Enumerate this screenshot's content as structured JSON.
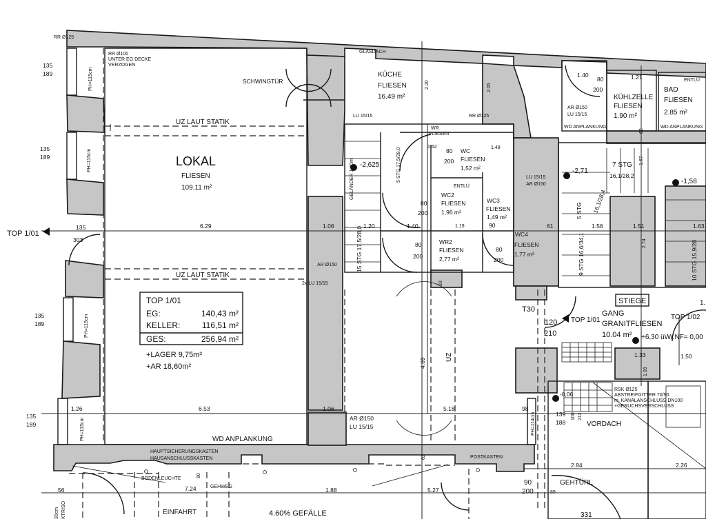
{
  "colors": {
    "wall": "#c6c6c6",
    "line": "#1a1a1a",
    "background": "#ffffff"
  },
  "lokal": {
    "name": "LOKAL",
    "floor": "FLIESEN",
    "area": "109.11 m²",
    "beam_top": "UZ LAUT STATIK",
    "beam_mid": "UZ LAUT STATIK",
    "door": "SCHWINGTÜR",
    "pipe_note": [
      "RR Ø100",
      "UNTER EG DECKE",
      "VERZOGEN"
    ],
    "pipe_corner": "RR Ø125",
    "wd": "WD ANPLANKUNG",
    "entry": "TOP 1/01",
    "entry_dim": [
      "135",
      "303"
    ],
    "ar": "AR Ø150",
    "lu2": "2x LU 15/15",
    "ar_bottom": [
      "AR Ø150",
      "LU 15/15"
    ]
  },
  "windows": [
    {
      "dim": [
        "135",
        "189"
      ],
      "ph": "PH=115cm"
    },
    {
      "dim": [
        "135",
        "189"
      ],
      "ph": "PH=115cm"
    },
    {
      "dim": [
        "135",
        "189"
      ],
      "ph": "PH=115cm"
    },
    {
      "dim": [
        "135",
        "189"
      ],
      "ph": "PH=115cm"
    }
  ],
  "summary": {
    "title": "TOP 1/01",
    "rows": [
      {
        "label": "EG:",
        "value": "140,43 m²"
      },
      {
        "label": "KELLER:",
        "value": "116,51 m²"
      }
    ],
    "total": {
      "label": "GES:",
      "value": "256,94 m²"
    },
    "extras": [
      "+LAGER 9,75m²",
      "+AR 18,60m²"
    ]
  },
  "dims_mid": [
    "6.29",
    "1.06",
    "1.20",
    "1.40",
    "61",
    "1.56",
    "1.51",
    "1.63"
  ],
  "dims_low": [
    "1.26",
    "6.53",
    "1.06",
    "5.18",
    "98"
  ],
  "kitchen": {
    "roof": "GLASDACH",
    "name": "KÜCHE",
    "floor": "FLIESEN",
    "area": "16.49 m²",
    "dim_a": "2.20",
    "dim_b": "2.05",
    "lu": "LU 15/15",
    "rr": "RR Ø125"
  },
  "stair_left": {
    "railing": "GELÄNDER 1,00m",
    "level": "-2,625",
    "steps": "15 STG 17,5/28,0",
    "steps_small": "5 STG 17,5/28,0"
  },
  "wcs": {
    "wr": {
      "name": "WR",
      "floor": "FLIESEN",
      "area": "1,62"
    },
    "wc": {
      "name": "WC",
      "floor": "FLIESEN",
      "area": "1,52 m²",
      "door": [
        "80",
        "200"
      ],
      "dim": "1.48"
    },
    "wc2": {
      "name": "WC2",
      "floor": "FLIESEN",
      "area": "1,96 m²",
      "door": [
        "80",
        "200"
      ],
      "vent": "ENTLÜ",
      "dim": "1.19"
    },
    "wc3": {
      "name": "WC3",
      "floor": "FLIESEN",
      "area": "1,49 m²",
      "dim": "90"
    },
    "wr2": {
      "name": "WR2",
      "floor": "FLIESEN",
      "area": "2,77 m²",
      "door": [
        "80",
        "200"
      ]
    },
    "wc4": {
      "name": "WC4",
      "floor": "FLIESEN",
      "area": "1,77 m²",
      "door": [
        "80",
        "200"
      ]
    }
  },
  "center": {
    "dim_a": "4.69",
    "beam": "UZ",
    "dim_b": "33"
  },
  "right_top": {
    "ar": [
      "AR Ø150",
      "LU 15/15"
    ],
    "door_dim": "1.40",
    "door": [
      "80",
      "200"
    ],
    "wd_a": "WD ANPLANKUNG",
    "cold_name": "KÜHLZELLE",
    "cold_floor": "FLIESEN",
    "cold_area": "1.90 m²",
    "dim_a": "1.21",
    "dim_b": "62",
    "bath_name": "BAD",
    "bath_floor": "FLIESEN",
    "bath_area": "2.85 m²",
    "wd_b": "WD ANPLANKUNG",
    "vent": "ENTLÜ"
  },
  "stair_right": {
    "steps_a": [
      "7 STG",
      "16,1/28,2"
    ],
    "dim": "1.67",
    "level_a": "-2,71",
    "level_b": "-1,58",
    "lu": [
      "LU 15/15",
      "AR Ø150"
    ],
    "steps_b": "5 STG",
    "steps_b2": "16,1/28,4",
    "steps_c": "9 STG 16,6/34,1",
    "dim_b": "2.74",
    "steps_d": "10 STG 15,9/28"
  },
  "hall": {
    "stair_label": "STIEGE",
    "name": "GANG",
    "floor": "GRANITFLIESEN",
    "area": "10.04 m²",
    "level": "+6,30 üWr.NF= 0,00",
    "top_a": "TOP 1/01",
    "top_b": "TOP 1/02",
    "fire": "T30",
    "door": [
      "120",
      "210"
    ],
    "dim_a": "1.33",
    "dim_b": "1.50",
    "dim_c": "1.09",
    "dim_d": "1.20",
    "level_b": "-0,06",
    "door_b": [
      "100",
      "211"
    ],
    "win": [
      "139",
      "188"
    ],
    "ph": "PH=114cm",
    "grate": [
      "RSK Ø125",
      "ABSTREIFGITTER 70/90",
      "m. KANALANSCHLUSS DN100",
      "+GERUCHSVERSCHLUSS"
    ],
    "canopy": "VORDACH"
  },
  "street": {
    "fuse_a": "HAUPTSICHERUNGSKASTEN",
    "fuse_b": "HAUSANSCHLUSSKASTEN",
    "light": "BODENLEUCHTE",
    "sidewalk": "GEHWEG",
    "dim_a": "7.24",
    "dim_b": "1.88",
    "dim_c": "5.27",
    "slope": "4.60% GEFÄLLE",
    "drive": "EINFAHRT",
    "dim_d": "56",
    "dim_e": "80",
    "mail": "POSTKASTEN",
    "dim_f": "62",
    "dim_g": "2.84",
    "dim_h": "2.26",
    "gate": "GEHTÜRL",
    "gate_door": [
      "90",
      "200"
    ],
    "dim_i": "89",
    "dim_j": "331",
    "side": [
      "30cm",
      "KTRISO"
    ]
  }
}
